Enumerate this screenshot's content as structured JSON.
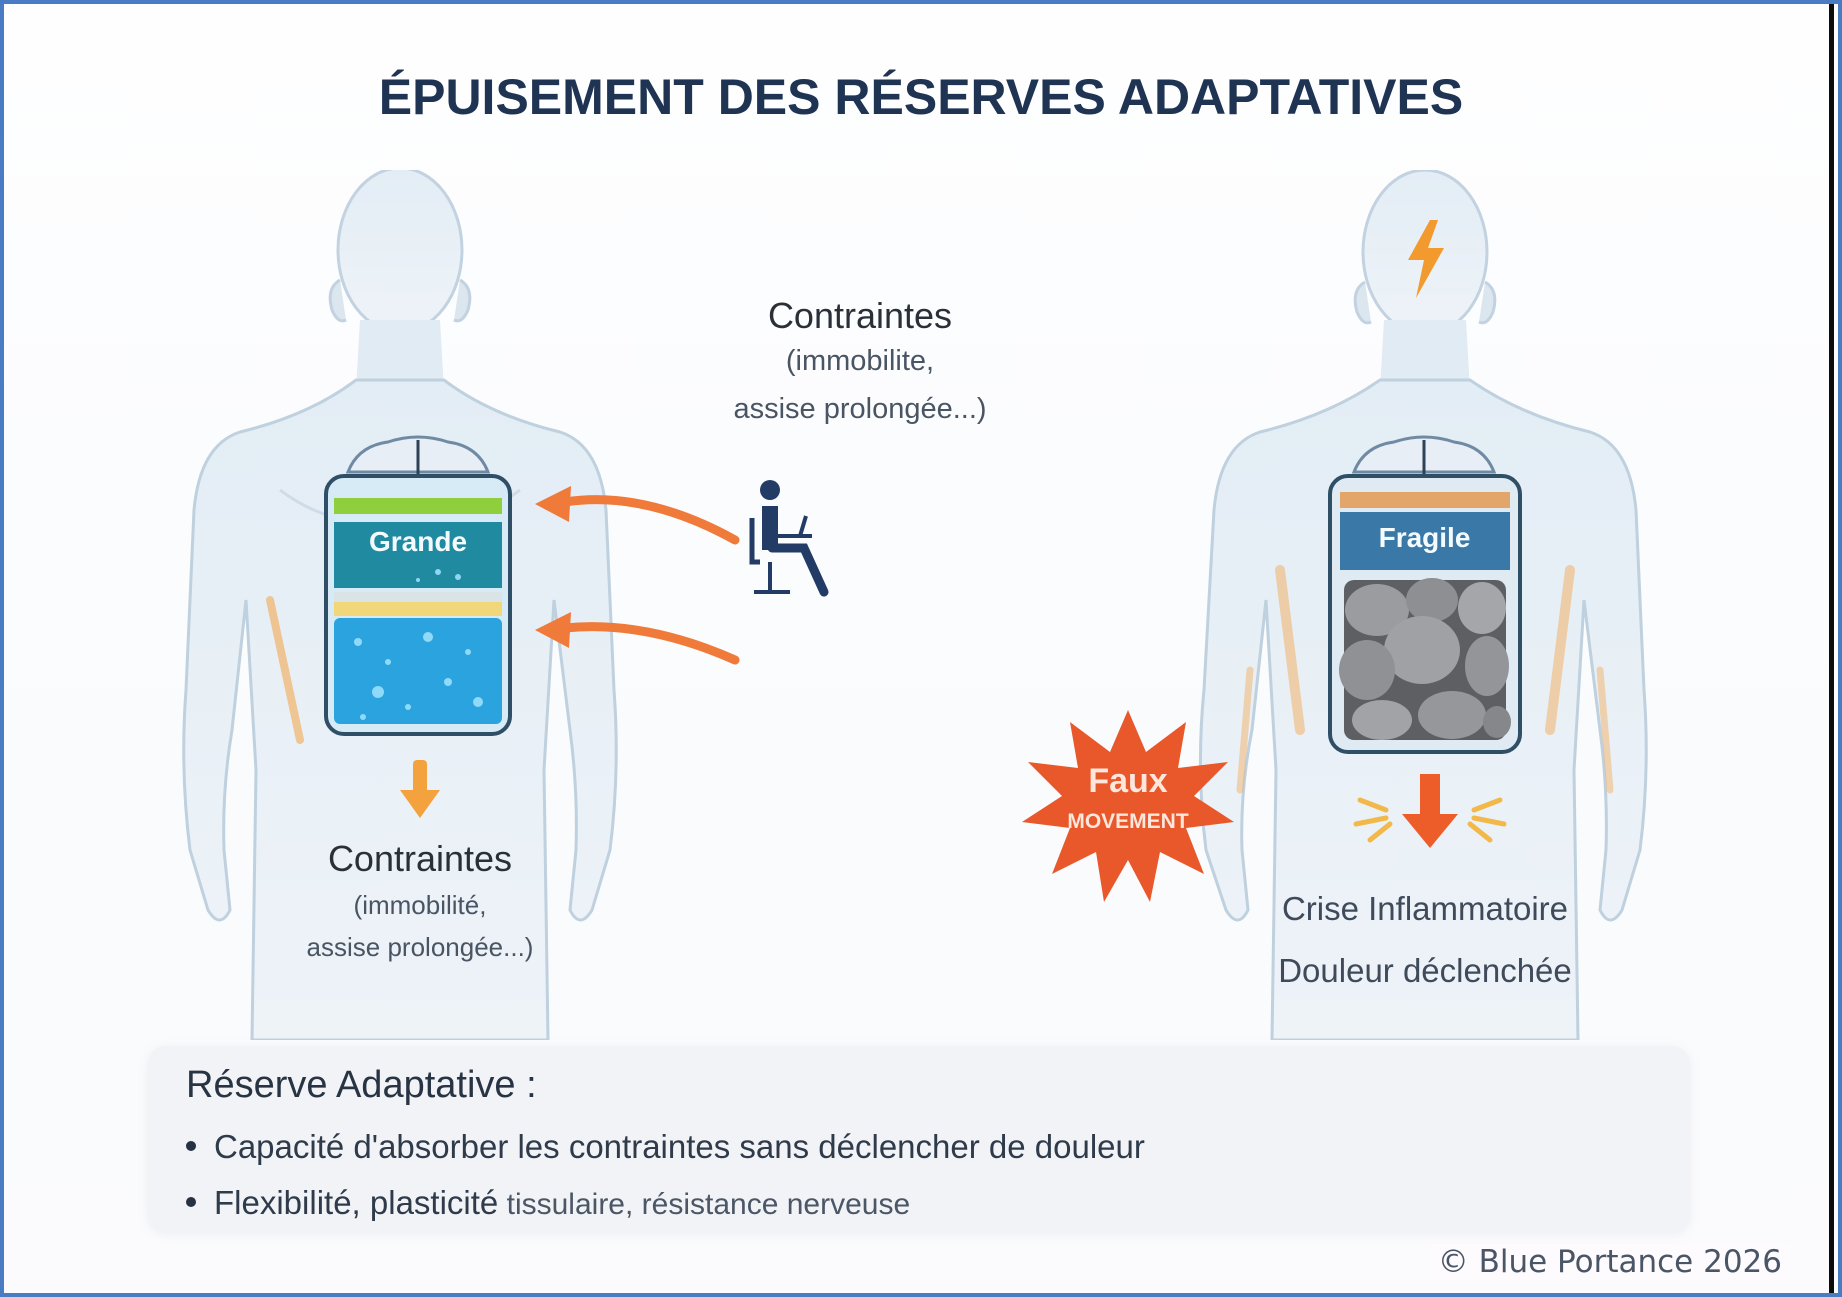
{
  "title": "ÉPUISEMENT DES RÉSERVES ADAPTATIVES",
  "left_figure": {
    "jar_label": "Grande",
    "jar_state": "full",
    "below_label": {
      "heading": "Contraintes",
      "line1": "(immobilité,",
      "line2": "assise prolongée...)"
    }
  },
  "middle": {
    "heading": "Contraintes",
    "line1": "(immobilite,",
    "line2": "assise prolongée...)",
    "icon": "sitting-person-laptop-icon"
  },
  "right_figure": {
    "jar_label": "Fragile",
    "jar_state": "rocks",
    "head_icon": "lightning-icon",
    "starburst": {
      "line1": "Faux",
      "line2": "MOVEMENT"
    },
    "result_line1": "Crise Inflammatoire",
    "result_line2": "Douleur déclenchée"
  },
  "info_box": {
    "title": "Réserve Adaptative :",
    "bullets": [
      {
        "strong": "Capacité d'absorber les contraintes sans déclencher de douleur",
        "light": ""
      },
      {
        "strong": "Flexibilité, plasticité",
        "light": " tissulaire, résistance nerveuse"
      }
    ]
  },
  "copyright": "© Blue Portance 2026",
  "colors": {
    "frame": "#4a7cc4",
    "title": "#1f3352",
    "accent_orange": "#ef7a3a",
    "starburst": "#e8582a",
    "water_blue": "#2aa3df",
    "teal_band": "#1f8aa0",
    "green_band": "#8fcf3c",
    "fragile_band": "#3a78a8",
    "body_fill": "#e2ecf4",
    "body_stroke": "#b9cad9"
  }
}
